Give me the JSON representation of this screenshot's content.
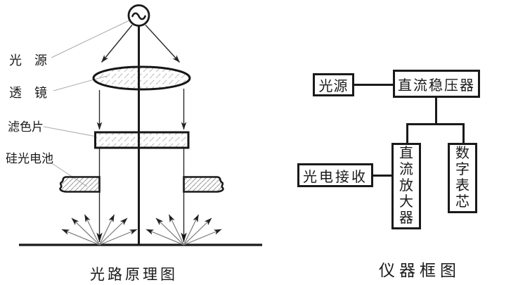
{
  "page": {
    "background": "#ffffff",
    "ink_color": "#1a1a1a",
    "hatch_color": "#b9b9b9",
    "leader_line_color": "#ababab"
  },
  "left_diagram": {
    "caption": "光路原理图",
    "labels": {
      "light_source": "光　源",
      "lens": "透　镜",
      "filter": "滤色片",
      "photocell": "硅光电池"
    },
    "icons": [
      {
        "name": "ac-source-symbol",
        "glyph": "~"
      }
    ]
  },
  "right_diagram": {
    "caption": "仪器框图",
    "boxes": {
      "light_source": "光源",
      "dc_regulator": "直流稳压器",
      "photo_receiver": "光电接收",
      "dc_amplifier": "直流放大器",
      "digital_meter": "数字表芯"
    }
  }
}
